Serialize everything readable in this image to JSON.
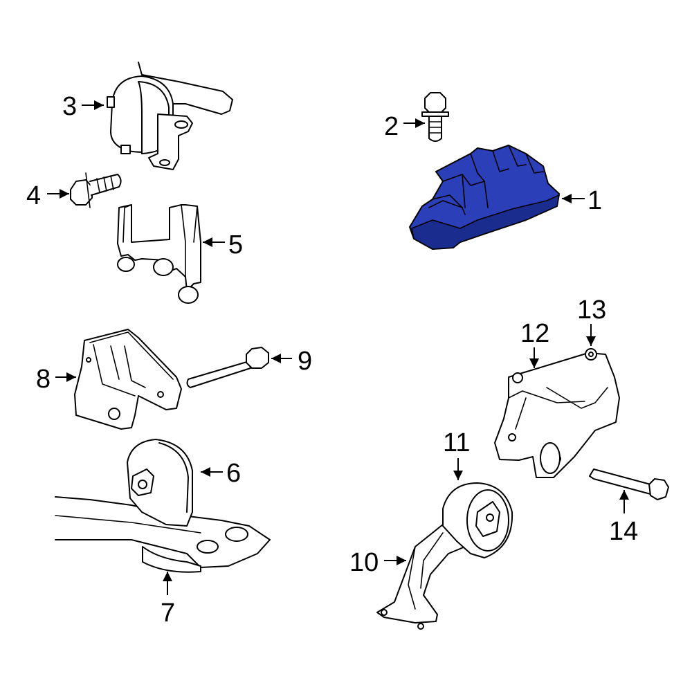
{
  "colors": {
    "highlight": "#2a3fb8",
    "line": "#000000",
    "background": "#ffffff"
  },
  "callouts": [
    "1",
    "2",
    "3",
    "4",
    "5",
    "6",
    "7",
    "8",
    "9",
    "10",
    "11",
    "12",
    "13",
    "14"
  ],
  "highlighted_part": "1"
}
